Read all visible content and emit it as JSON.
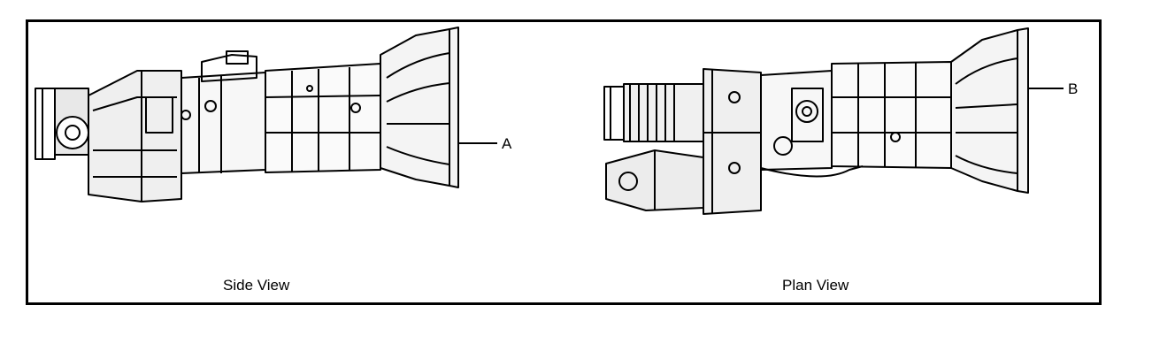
{
  "diagram": {
    "views": [
      {
        "id": "side",
        "caption": "Side View",
        "callout": "A"
      },
      {
        "id": "plan",
        "caption": "Plan View",
        "callout": "B"
      }
    ]
  }
}
